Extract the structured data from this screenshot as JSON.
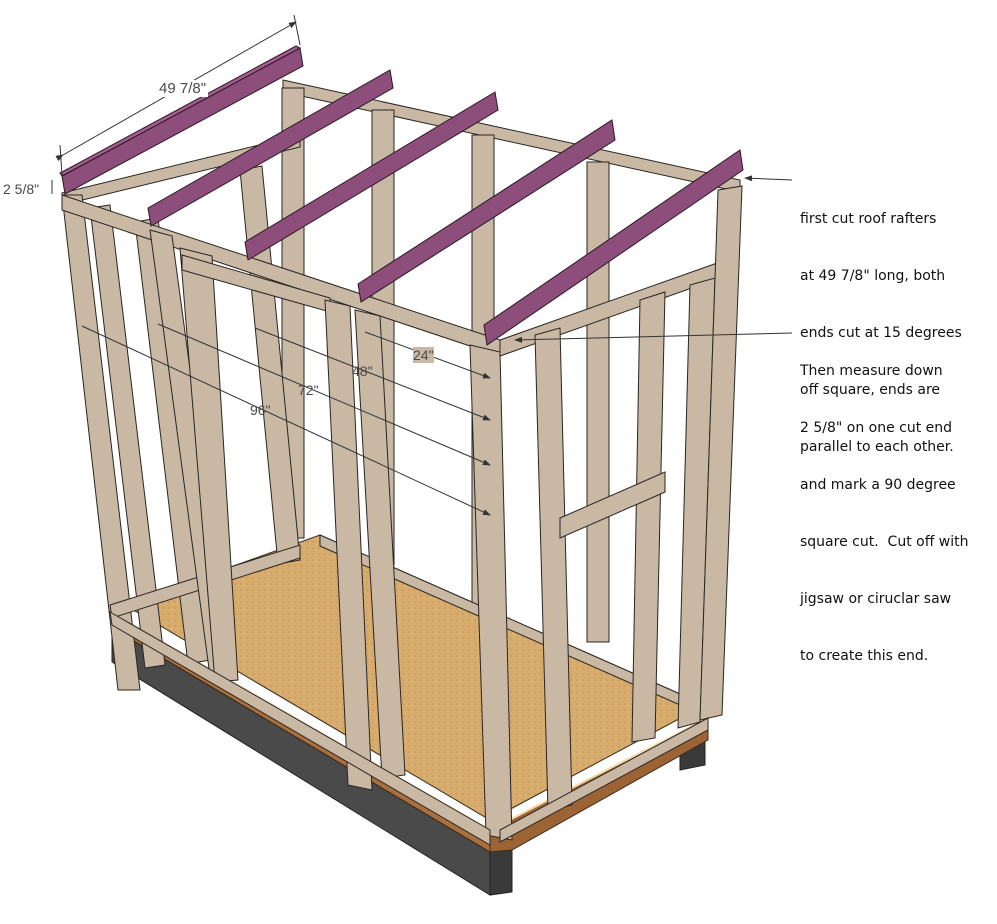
{
  "diagram": {
    "subject": "Lean-to shed wall framing with roof rafters",
    "colors": {
      "lumber": "#c8b8a4",
      "lumber_dark": "#a89884",
      "lumber_edge": "#2a2520",
      "rafter": "#8e4e7c",
      "rafter_top": "#a45c8e",
      "floor": "#d4a86a",
      "rim_joist": "#a96f3c",
      "foundation": "#4a4a4a",
      "dimension_text": "#4a4a4a"
    },
    "dimensions": {
      "rafter_length": "49 7/8\"",
      "rafter_drop": "2 5/8\"",
      "spacing_24": "24\"",
      "spacing_48": "48\"",
      "spacing_72": "72\"",
      "spacing_96": "96\""
    },
    "callouts": [
      {
        "id": "rafter-cut",
        "lines": [
          "first cut roof rafters",
          "at 49 7/8\" long, both",
          "ends cut at 15 degrees",
          "off square, ends are",
          "parallel to each other."
        ]
      },
      {
        "id": "end-cut",
        "lines": [
          "Then measure down",
          "2 5/8\" on one cut end",
          "and mark a 90 degree",
          "square cut.  Cut off with",
          "jigsaw or ciruclar saw",
          "to create this end."
        ]
      }
    ]
  }
}
